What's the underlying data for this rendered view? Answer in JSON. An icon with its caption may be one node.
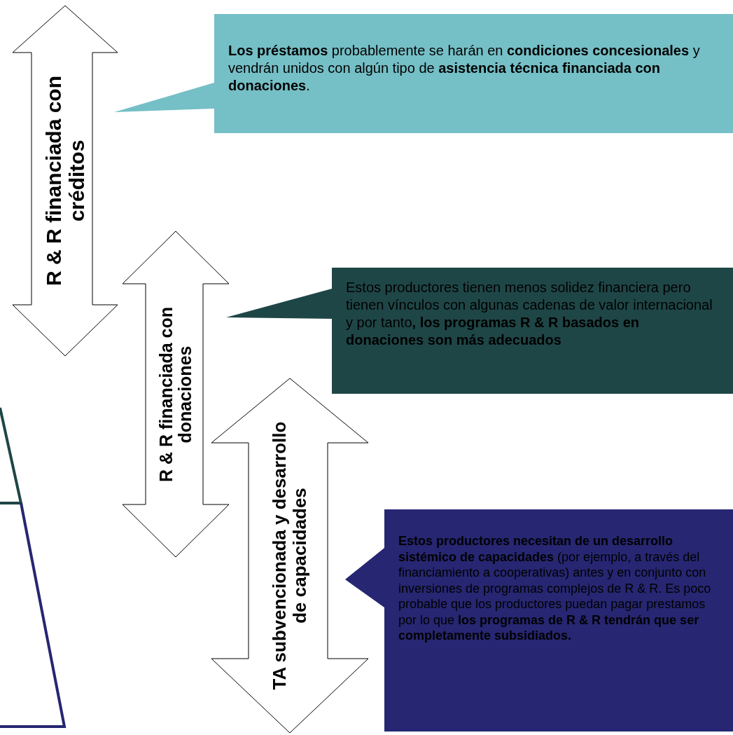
{
  "diagram": {
    "nodes": [
      {
        "text": [
          "R & R financiada con créditos"
        ]
      },
      {
        "text": [
          "R & R financiada con donaciones"
        ]
      },
      {
        "text": [
          "TA subvencionada y desarrollo de capacidades"
        ]
      },
      {
        "text": [
          "**Los préstamos** probablemente se harán en **condiciones concesionales** y vendrán unidos con algún tipo de **asistencia técnica financiada con donaciones**."
        ]
      },
      {
        "text": [
          "Estos productores tienen menos solidez financiera pero tienen vínculos con algunas cadenas de valor internacional y por tanto**,** **los programas R & R basados en donaciones son más adecuados**"
        ]
      },
      {
        "text": [
          "**Estos productores necesitan de un desarrollo sistémico de capacidades** (por ejemplo, a través del financiamiento a cooperativas) antes y en conjunto con inversiones de programas complejos de R & R. Es poco probable que los productores puedan pagar prestamos por lo que **los programas de R & R tendrán que ser completamente subsidiados.**"
        ]
      }
    ]
  }
}
